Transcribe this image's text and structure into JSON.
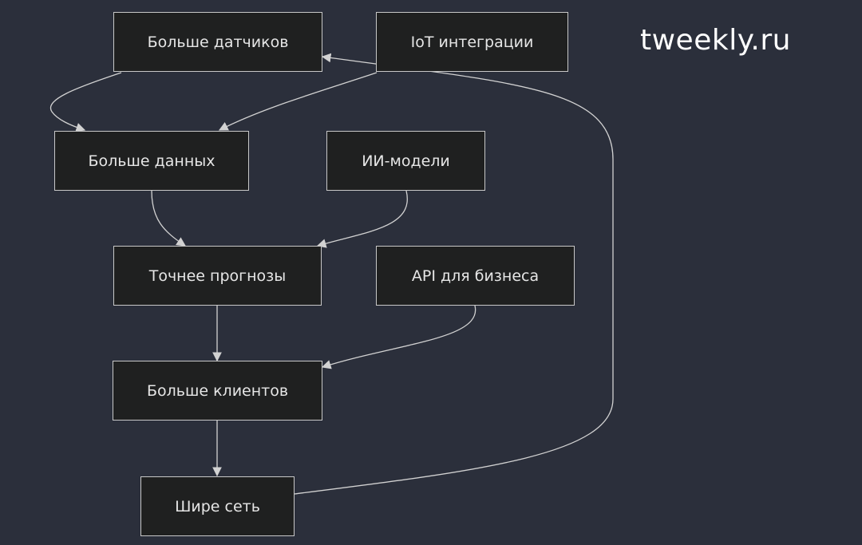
{
  "watermark": "tweekly.ru",
  "nodes": {
    "more_sensors": "Больше датчиков",
    "iot": "IoT интеграции",
    "more_data": "Больше данных",
    "ai_models": "ИИ-модели",
    "forecasts": "Точнее прогнозы",
    "api": "API для бизнеса",
    "more_clients": "Больше клиентов",
    "wider_network": "Шире сеть"
  },
  "edges": [
    {
      "from": "Больше датчиков",
      "to": "Больше данных"
    },
    {
      "from": "IoT интеграции",
      "to": "Больше данных"
    },
    {
      "from": "Больше данных",
      "to": "Точнее прогнозы"
    },
    {
      "from": "ИИ-модели",
      "to": "Точнее прогнозы"
    },
    {
      "from": "Точнее прогнозы",
      "to": "Больше клиентов"
    },
    {
      "from": "API для бизнеса",
      "to": "Больше клиентов"
    },
    {
      "from": "Больше клиентов",
      "to": "Шире сеть"
    },
    {
      "from": "Шире сеть",
      "to": "Больше датчиков"
    }
  ],
  "colors": {
    "background": "#2b2f3b",
    "node_fill": "#1f2020",
    "node_border": "#c8c8c8",
    "text": "#e6e6e6",
    "edge": "#d2d2d2"
  }
}
